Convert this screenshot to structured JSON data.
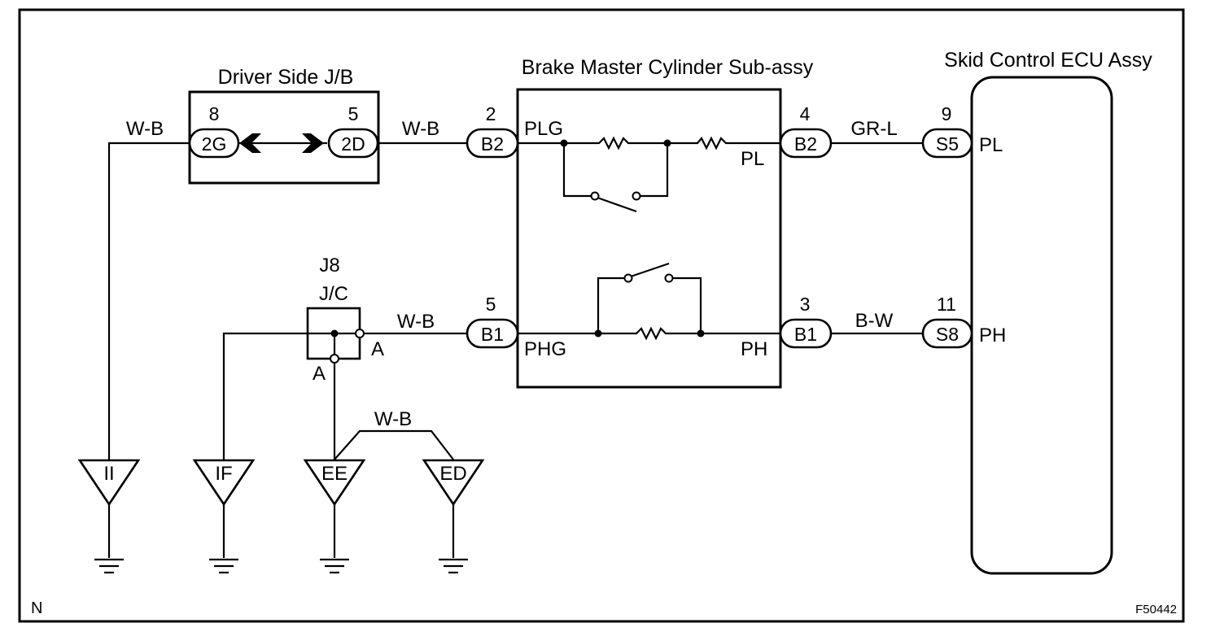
{
  "components": {
    "junction_block": {
      "title": "Driver Side J/B",
      "pin_left": "8",
      "conn_left": "2G",
      "pin_right": "5",
      "conn_right": "2D"
    },
    "brake_master_cylinder": {
      "title": "Brake Master Cylinder Sub-assy",
      "term_plg": "PLG",
      "term_pl": "PL",
      "term_phg": "PHG",
      "term_ph": "PH"
    },
    "skid_control_ecu": {
      "title": "Skid Control ECU Assy",
      "term_pl": "PL",
      "term_ph": "PH"
    },
    "junction_connector": {
      "id": "J8",
      "name": "J/C",
      "pin_a_right": "A",
      "pin_a_bottom": "A"
    }
  },
  "connectors": {
    "b2_left": {
      "pin": "2",
      "label": "B2"
    },
    "b2_right": {
      "pin": "4",
      "label": "B2"
    },
    "b1_left": {
      "pin": "5",
      "label": "B1"
    },
    "b1_right": {
      "pin": "3",
      "label": "B1"
    },
    "s5": {
      "pin": "9",
      "label": "S5"
    },
    "s8": {
      "pin": "11",
      "label": "S8"
    }
  },
  "wires": {
    "w1": "W-B",
    "w2": "W-B",
    "w3": "W-B",
    "w4": "W-B",
    "w5": "GR-L",
    "w6": "B-W"
  },
  "grounds": [
    "II",
    "IF",
    "EE",
    "ED"
  ],
  "corner_left": "N",
  "figure_id": "F50442"
}
